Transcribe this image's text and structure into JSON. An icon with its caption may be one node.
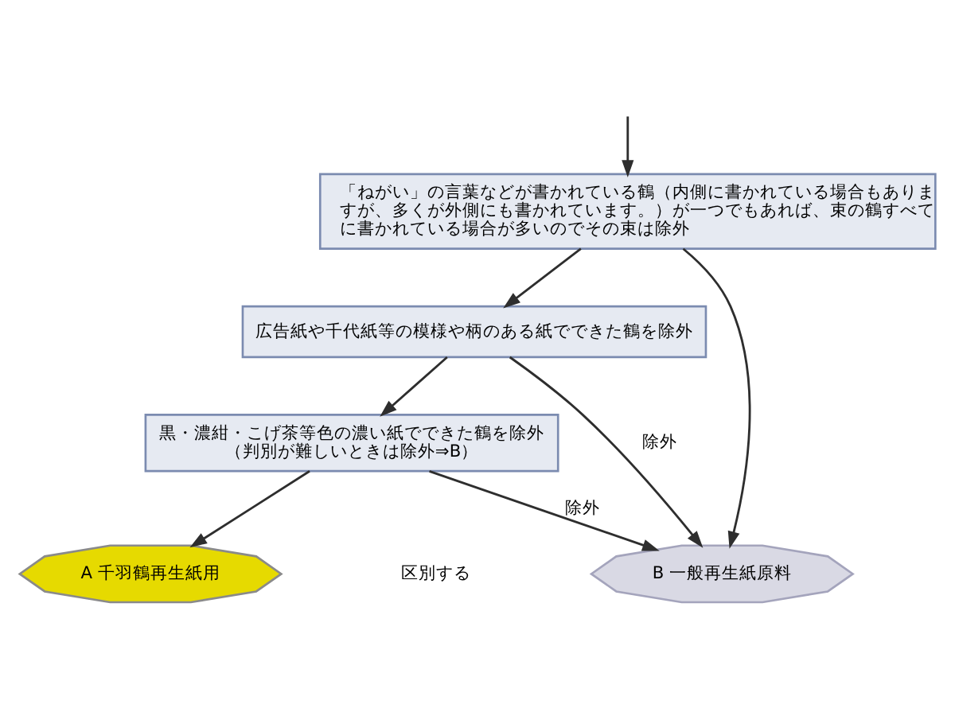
{
  "diagram": {
    "nodes": [
      {
        "text": [
          "「ねがい」の言葉などが書かれている鶴（内側に書かれている場合もありますが、多くが外側にも書かれています。）が一つでもあれば、束の鶴すべてに書かれている場合が多いのでその束は除外"
        ]
      },
      {
        "text": [
          "広告紙や千代紙等の模様や柄のある紙でできた鶴を除外"
        ]
      },
      {
        "text": [
          "黒・濃紺・こげ茶等色の濃い紙でできた鶴を除外",
          "（判別が難しいときは除外⇒B）"
        ]
      },
      {
        "text": [
          "A 千羽鶴再生紙用"
        ]
      },
      {
        "text": [
          "B 一般再生紙原料"
        ]
      }
    ],
    "edges": [
      {
        "from": null,
        "to": 0,
        "arrow": "to"
      },
      {
        "from": 0,
        "to": 1,
        "arrow": "to"
      },
      {
        "from": 0,
        "to": 4,
        "arrow": "to"
      },
      {
        "from": 1,
        "to": 2,
        "arrow": "to"
      },
      {
        "from": 1,
        "to": 4,
        "arrow": "to",
        "label": "除外"
      },
      {
        "from": 2,
        "to": 3,
        "arrow": "to"
      },
      {
        "from": 2,
        "to": 4,
        "arrow": "to",
        "label": "除外"
      }
    ],
    "labels": [
      "区別する"
    ]
  }
}
